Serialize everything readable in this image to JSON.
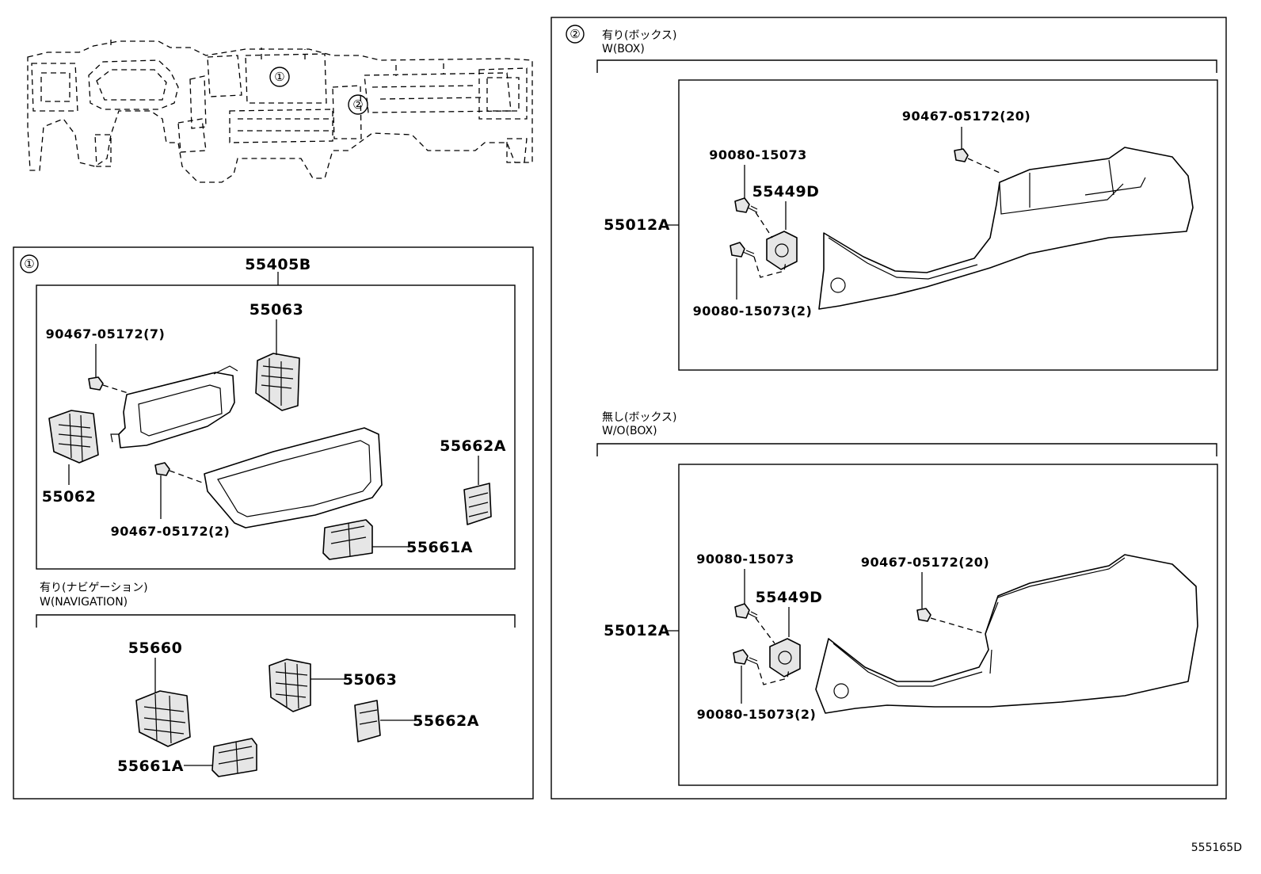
{
  "diagram_id": "555165D",
  "overview": {
    "callouts": [
      "①",
      "②"
    ]
  },
  "panel1": {
    "marker": "①",
    "parts": {
      "p55405B": "55405B",
      "p55063": "55063",
      "p90467_7": "90467-05172(7)",
      "p55062": "55062",
      "p55662A": "55662A",
      "p90467_2": "90467-05172(2)",
      "p55661A": "55661A"
    },
    "variant_nav": {
      "jp": "有り(ナビゲーション)",
      "en": "W(NAVIGATION)",
      "parts": {
        "p55660": "55660",
        "p55063": "55063",
        "p55662A": "55662A",
        "p55661A": "55661A"
      }
    }
  },
  "panel2": {
    "marker": "②",
    "with_box": {
      "jp": "有り(ボックス)",
      "en": "W(BOX)",
      "parts": {
        "p90467_20": "90467-05172(20)",
        "p90080": "90080-15073",
        "p55449D": "55449D",
        "p55012A": "55012A",
        "p90080_2": "90080-15073(2)"
      }
    },
    "without_box": {
      "jp": "無し(ボックス)",
      "en": "W/O(BOX)",
      "parts": {
        "p90080": "90080-15073",
        "p90467_20": "90467-05172(20)",
        "p55449D": "55449D",
        "p55012A": "55012A",
        "p90080_2": "90080-15073(2)"
      }
    }
  }
}
